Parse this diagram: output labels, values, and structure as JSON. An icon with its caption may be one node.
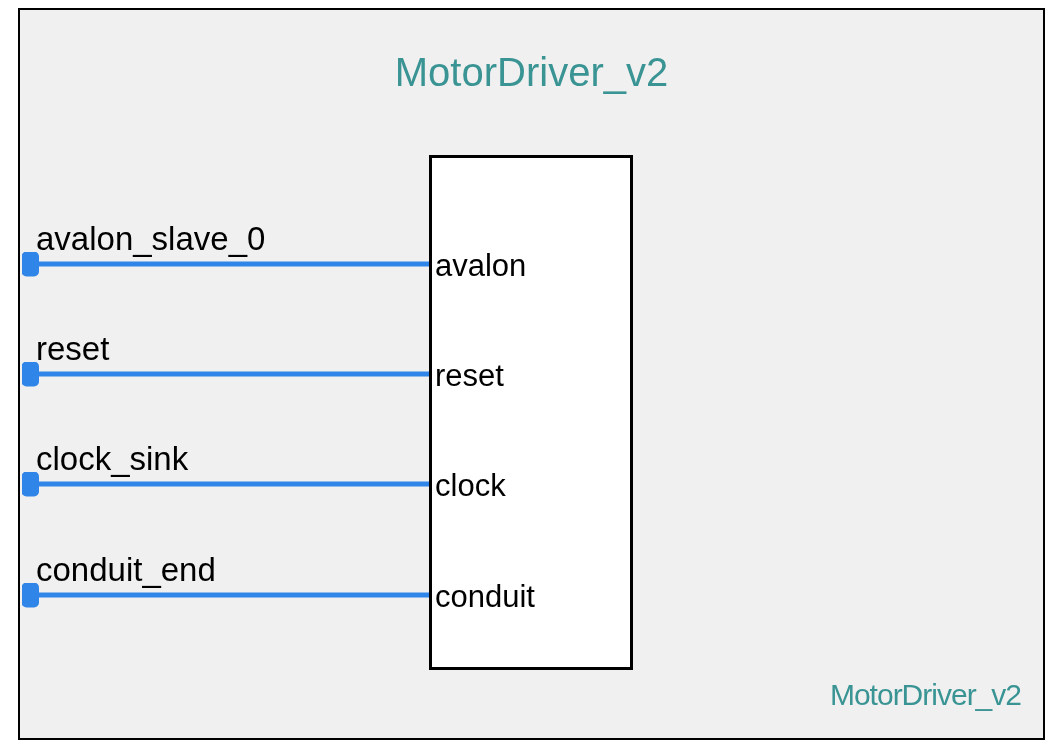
{
  "diagram": {
    "nodes": [
      {
        "text": [
          "MotorDriver_v2",
          "MotorDriver_v2"
        ]
      },
      {
        "text": [
          "avalon",
          "reset",
          "clock",
          "conduit"
        ],
        "in": 0
      }
    ],
    "edges": [
      {
        "from": 0,
        "to": 1,
        "arrow": "other",
        "label": "avalon_slave_0"
      },
      {
        "from": 0,
        "to": 1,
        "arrow": "other",
        "label": "reset"
      },
      {
        "from": 0,
        "to": 1,
        "arrow": "other",
        "label": "clock_sink"
      },
      {
        "from": 0,
        "to": 1,
        "arrow": "other",
        "label": "conduit_end"
      }
    ]
  }
}
